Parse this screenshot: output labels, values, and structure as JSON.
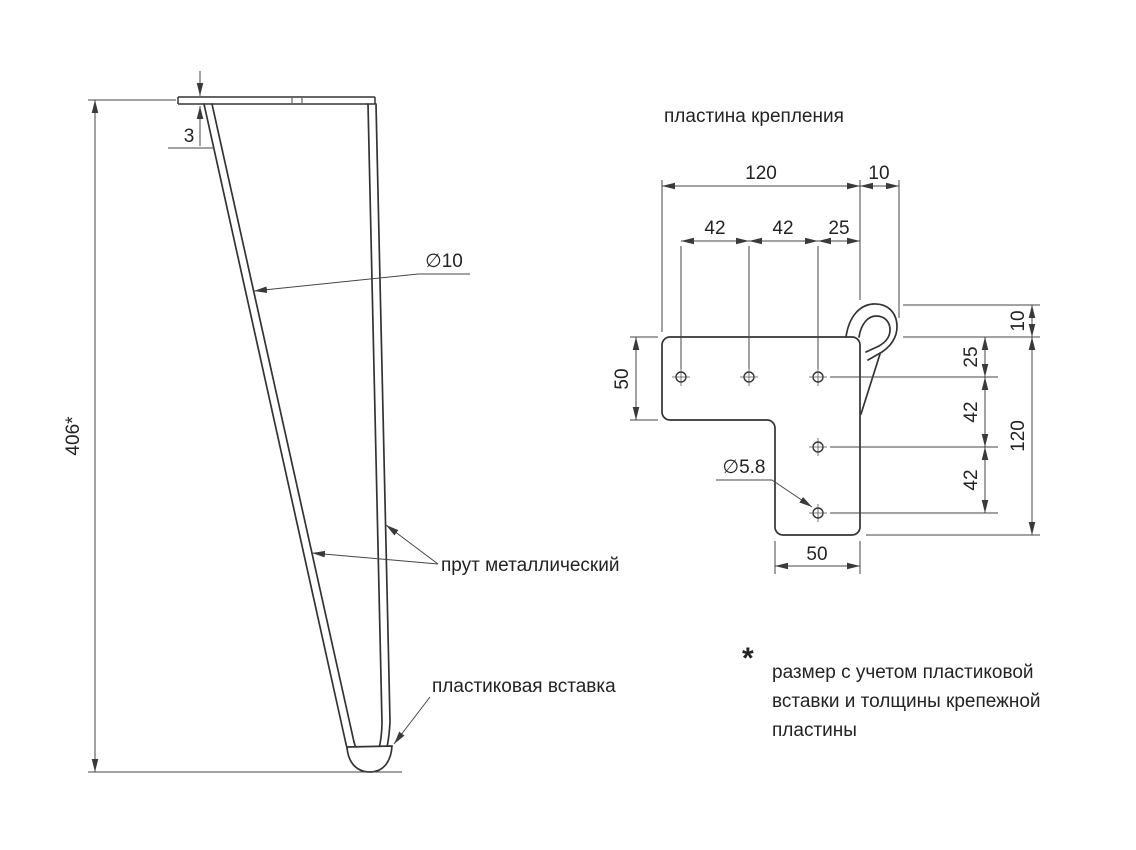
{
  "leg": {
    "dim_height": "406*",
    "dim_plate_thickness": "3",
    "dim_rod_diameter": "∅10",
    "label_rod": "прут металлический",
    "label_insert": "пластиковая вставка"
  },
  "plate": {
    "title": "пластина крепления",
    "dim_width": "120",
    "dim_flange_offset": "10",
    "dim_hole_pitch_a": "42",
    "dim_hole_pitch_b": "42",
    "dim_edge_offset": "25",
    "dim_arm_width_left": "50",
    "dim_flange_height": "10",
    "dim_top_to_hole": "25",
    "dim_hole_pitch_v1": "42",
    "dim_hole_pitch_v2": "42",
    "dim_height": "120",
    "dim_arm_width_bottom": "50",
    "dim_hole_diameter": "∅5.8"
  },
  "footnote": {
    "asterisk": "*",
    "lines": [
      "размер с учетом пластиковой",
      "вставки и толщины крепежной",
      "пластины"
    ]
  }
}
